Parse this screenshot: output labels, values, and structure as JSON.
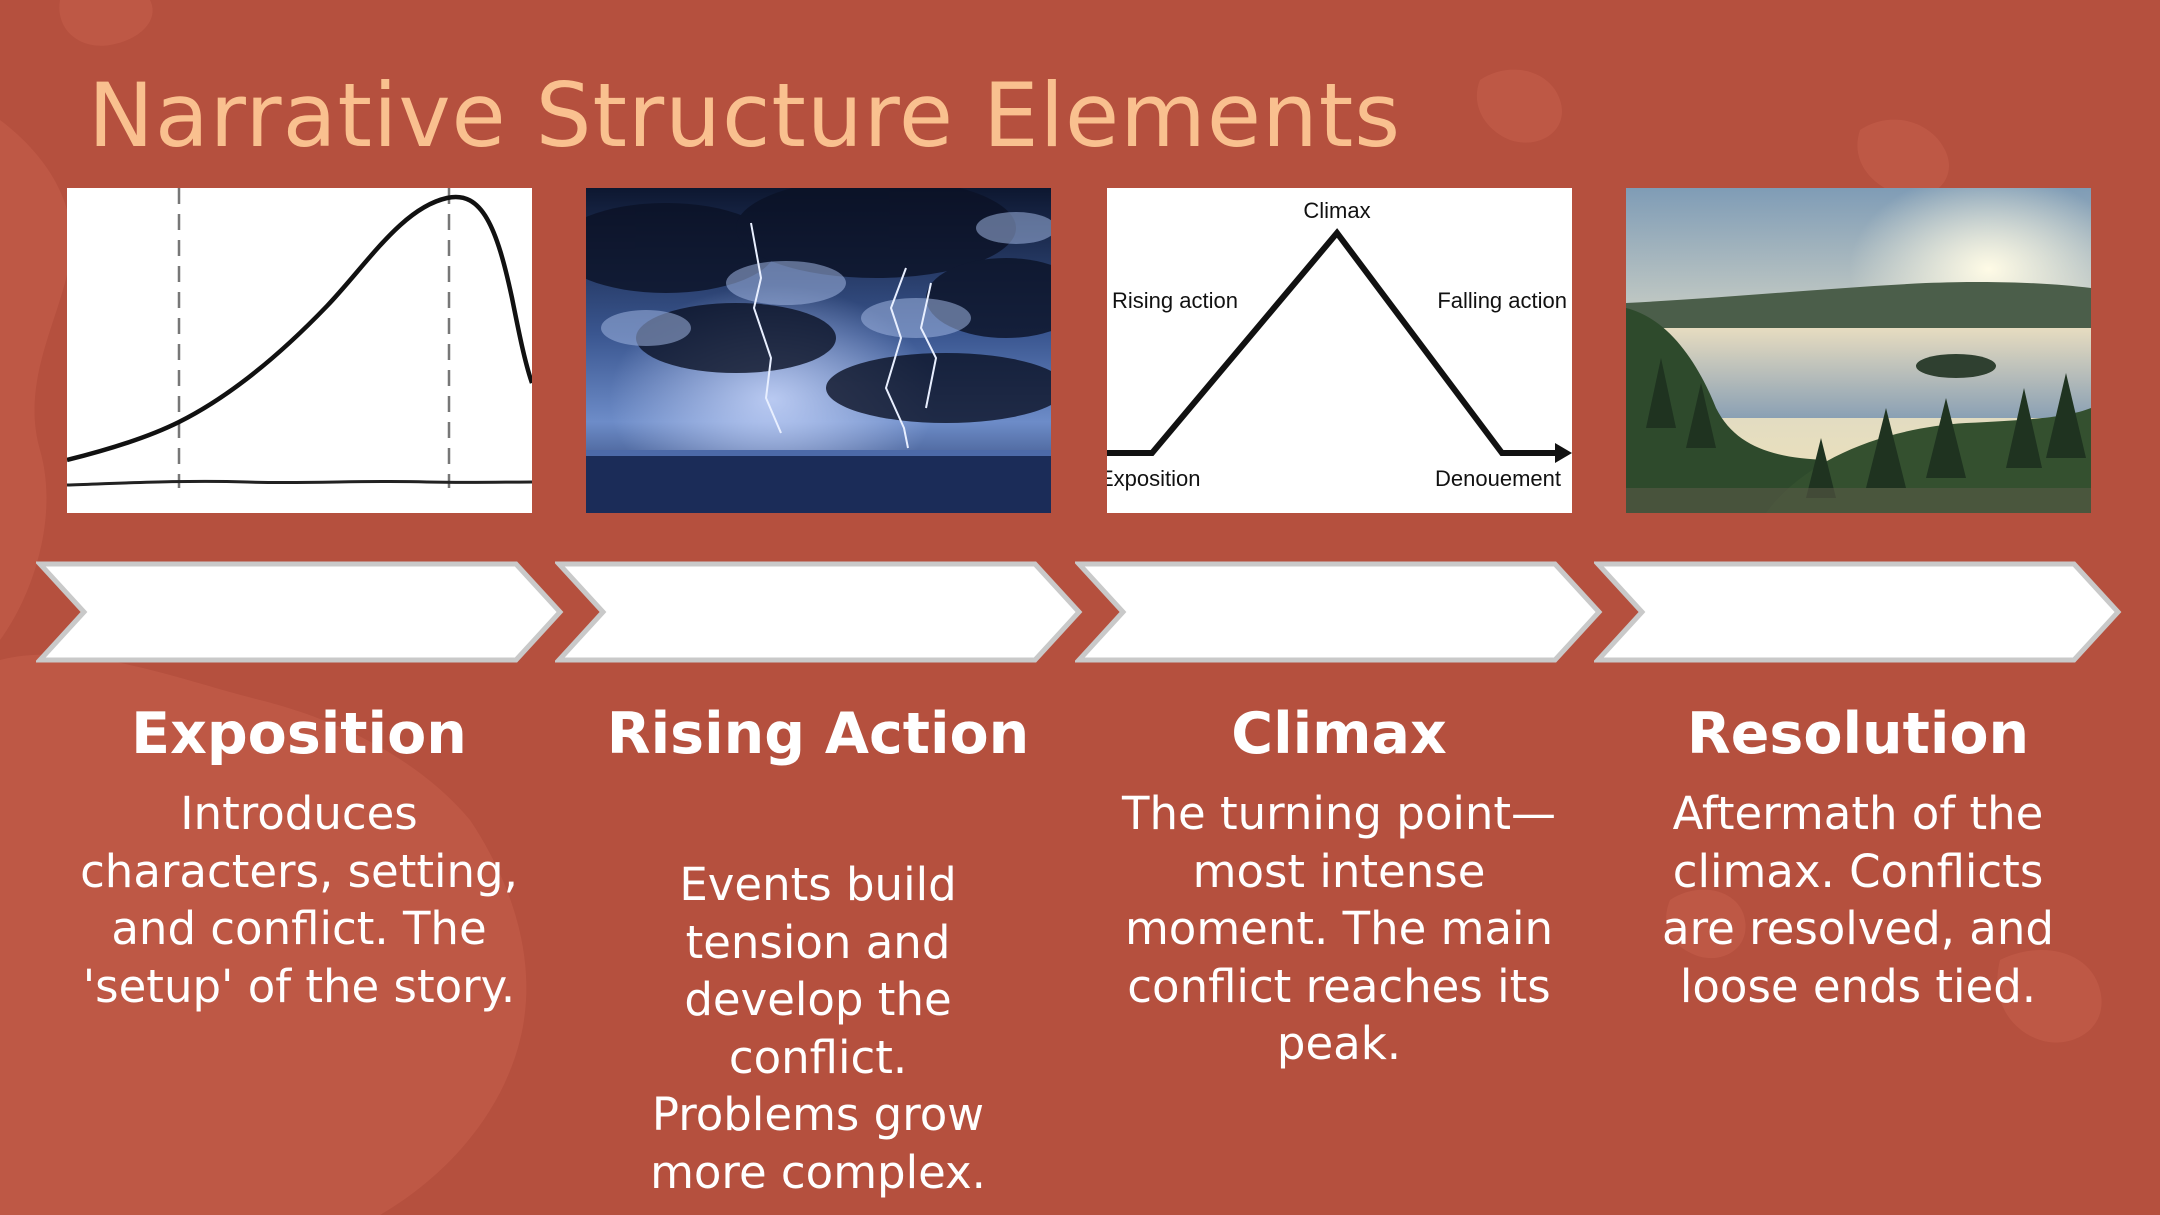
{
  "slide": {
    "title": "Narrative Structure Elements"
  },
  "colors": {
    "background": "#b5503e",
    "title": "#f9c08f",
    "text": "#ffffff",
    "chevron_fill": "#ffffff",
    "chevron_border": "#c9c9c9"
  },
  "diagram_labels": {
    "climax": "Climax",
    "rising_action": "Rising action",
    "falling_action": "Falling action",
    "exposition": "Exposition",
    "denouement": "Denouement"
  },
  "stages": [
    {
      "title": "Exposition",
      "description": "Introduces characters, setting, and conflict. The 'setup' of the story.",
      "image": "tension-curve-chart"
    },
    {
      "title": "Rising Action",
      "description": "Events build tension and develop the conflict. Problems grow more complex.",
      "image": "stormy-lightning-sky-photo"
    },
    {
      "title": "Climax",
      "description": "The turning point—most intense moment. The main conflict reaches its peak.",
      "image": "freytag-pyramid-diagram"
    },
    {
      "title": "Resolution",
      "description": "Aftermath of the climax. Conflicts are resolved, and loose ends tied.",
      "image": "lake-sunrise-landscape-photo"
    }
  ]
}
